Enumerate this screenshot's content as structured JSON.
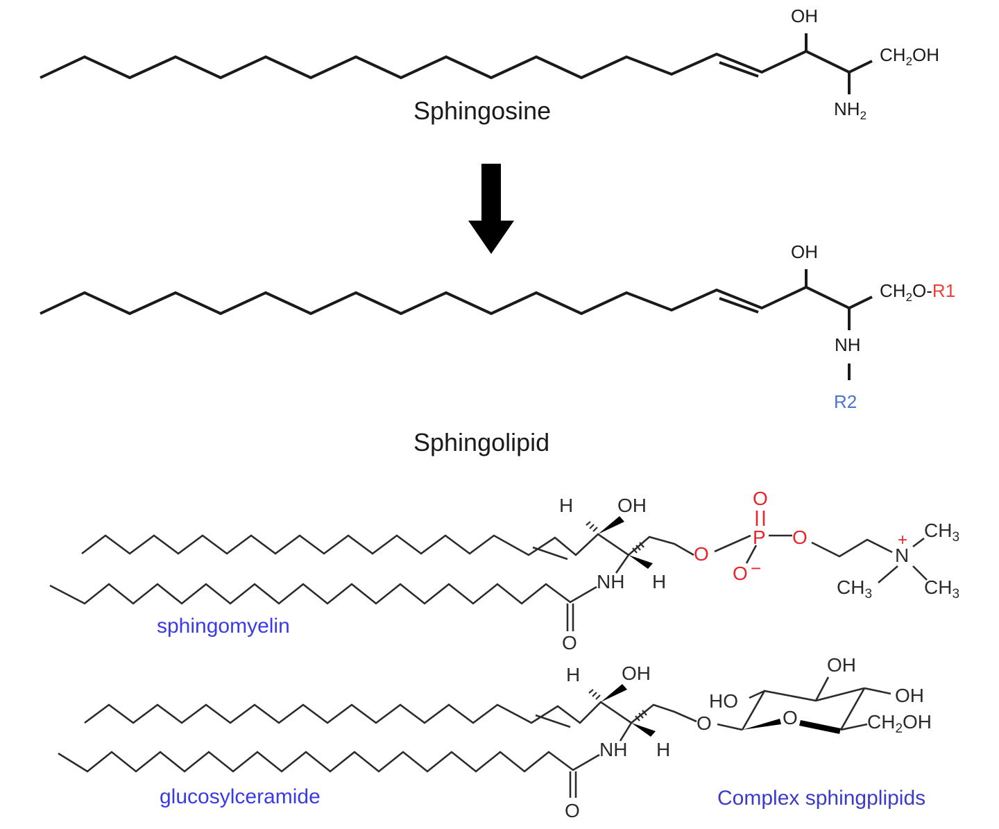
{
  "sphingosine": {
    "name": "Sphingosine",
    "oh": "OH",
    "ch2oh": {
      "main": "CH",
      "sub": "2",
      "tail": "OH"
    },
    "nh2": {
      "main": "NH",
      "sub": "2"
    }
  },
  "sphingolipid": {
    "name": "Sphingolipid",
    "oh": "OH",
    "ch2o": {
      "main": "CH",
      "sub": "2",
      "tail": "O-"
    },
    "r1": "R1",
    "nh": "NH",
    "r2": "R2"
  },
  "sphingomyelin": {
    "name": "sphingomyelin",
    "h_top": "H",
    "oh": "OH",
    "h_bottom": "H",
    "nh": "NH",
    "o_carbonyl": "O",
    "o_ester": "O",
    "p": "P",
    "o_double": "O",
    "o_minus": "O",
    "minus": "−",
    "o_link": "O",
    "n_plus": "N",
    "plus": "+",
    "ch3_a": "CH",
    "ch3_b": "CH",
    "ch3_c": "CH",
    "three": "3"
  },
  "glucosylceramide": {
    "name": "glucosylceramide",
    "h_top": "H",
    "oh": "OH",
    "h_bottom": "H",
    "nh": "NH",
    "o_carbonyl": "O",
    "o_glyc": "O",
    "ring_o": "O",
    "ho": "HO",
    "oh_top": "OH",
    "oh_right": "OH",
    "ch2oh": {
      "main": "CH",
      "sub": "2",
      "tail": "OH"
    }
  },
  "complex_label": "Complex sphingplipids"
}
